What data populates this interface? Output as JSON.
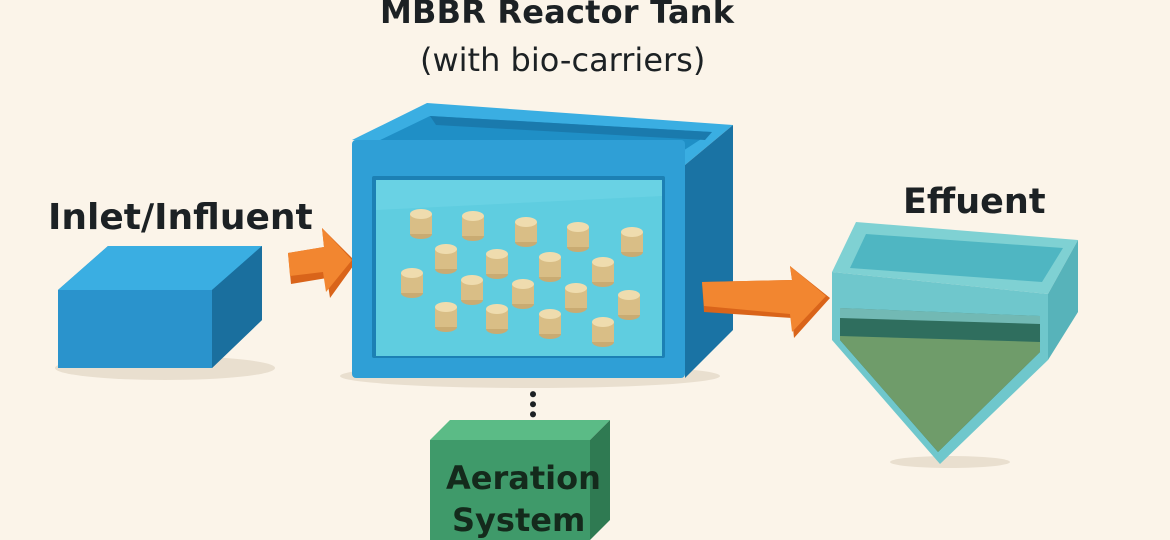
{
  "diagram": {
    "reactor_title_line1": "MBBR Reactor Tank",
    "reactor_title_line2": "(with bio-carriers)",
    "inlet_label": "Inlet/Influent",
    "effluent_label": "Effuent",
    "aeration_line1": "Aeration",
    "aeration_line2": "System"
  },
  "colors": {
    "background": "#fbf4e9",
    "tank_blue": "#2f9fd6",
    "water_cyan": "#5fcde0",
    "arrow_orange": "#f07a24",
    "aeration_green": "#3f9a6a",
    "clarifier_teal": "#6fc7cc",
    "sludge_green": "#6f9c6a",
    "carrier_beige": "#e8d3a2"
  },
  "icons": {
    "inlet": "inlet-block-icon",
    "reactor": "reactor-tank-icon",
    "clarifier": "clarifier-tank-icon",
    "aeration": "aeration-box-icon",
    "flow": "flow-arrow-icon",
    "carrier": "bio-carrier-icon"
  }
}
